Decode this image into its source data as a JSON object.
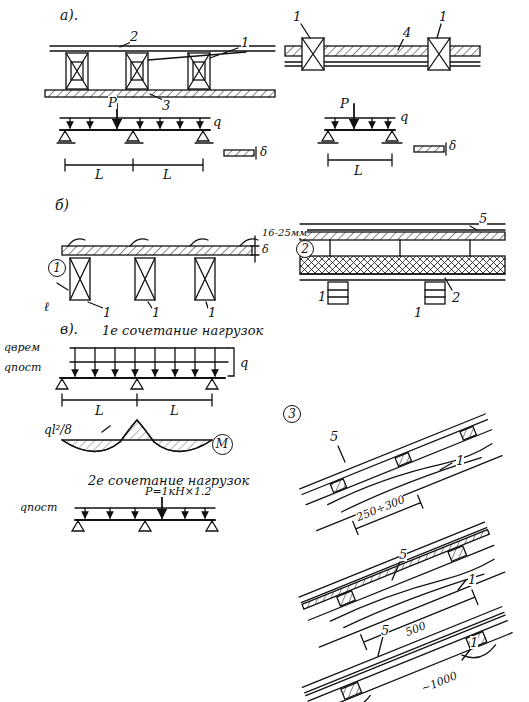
{
  "diagram": {
    "nodes": [
      {
        "text": [
          "1"
        ]
      },
      {
        "text": [
          "2"
        ]
      },
      {
        "text": [
          "M"
        ]
      },
      {
        "text": [
          "3"
        ]
      }
    ],
    "labels": [
      "а).",
      "1",
      "2",
      "3",
      "1",
      "4",
      "1",
      "P",
      "q",
      "δ",
      "L",
      "L",
      "P",
      "q",
      "δ",
      "L",
      "б)",
      "16-25мм",
      "δ",
      "ℓ",
      "1",
      "1",
      "1",
      "5",
      "2",
      "1",
      "1",
      "в).",
      "1е сочетание нагрузок",
      "qврем",
      "qпост",
      "q",
      "L",
      "L",
      "ql²/8",
      "2е сочетание нагрузок",
      "P=1кН×1.2",
      "qпост",
      "5",
      "1",
      "250÷300",
      "5",
      "1",
      "500",
      "5",
      "1",
      "~1000"
    ]
  }
}
